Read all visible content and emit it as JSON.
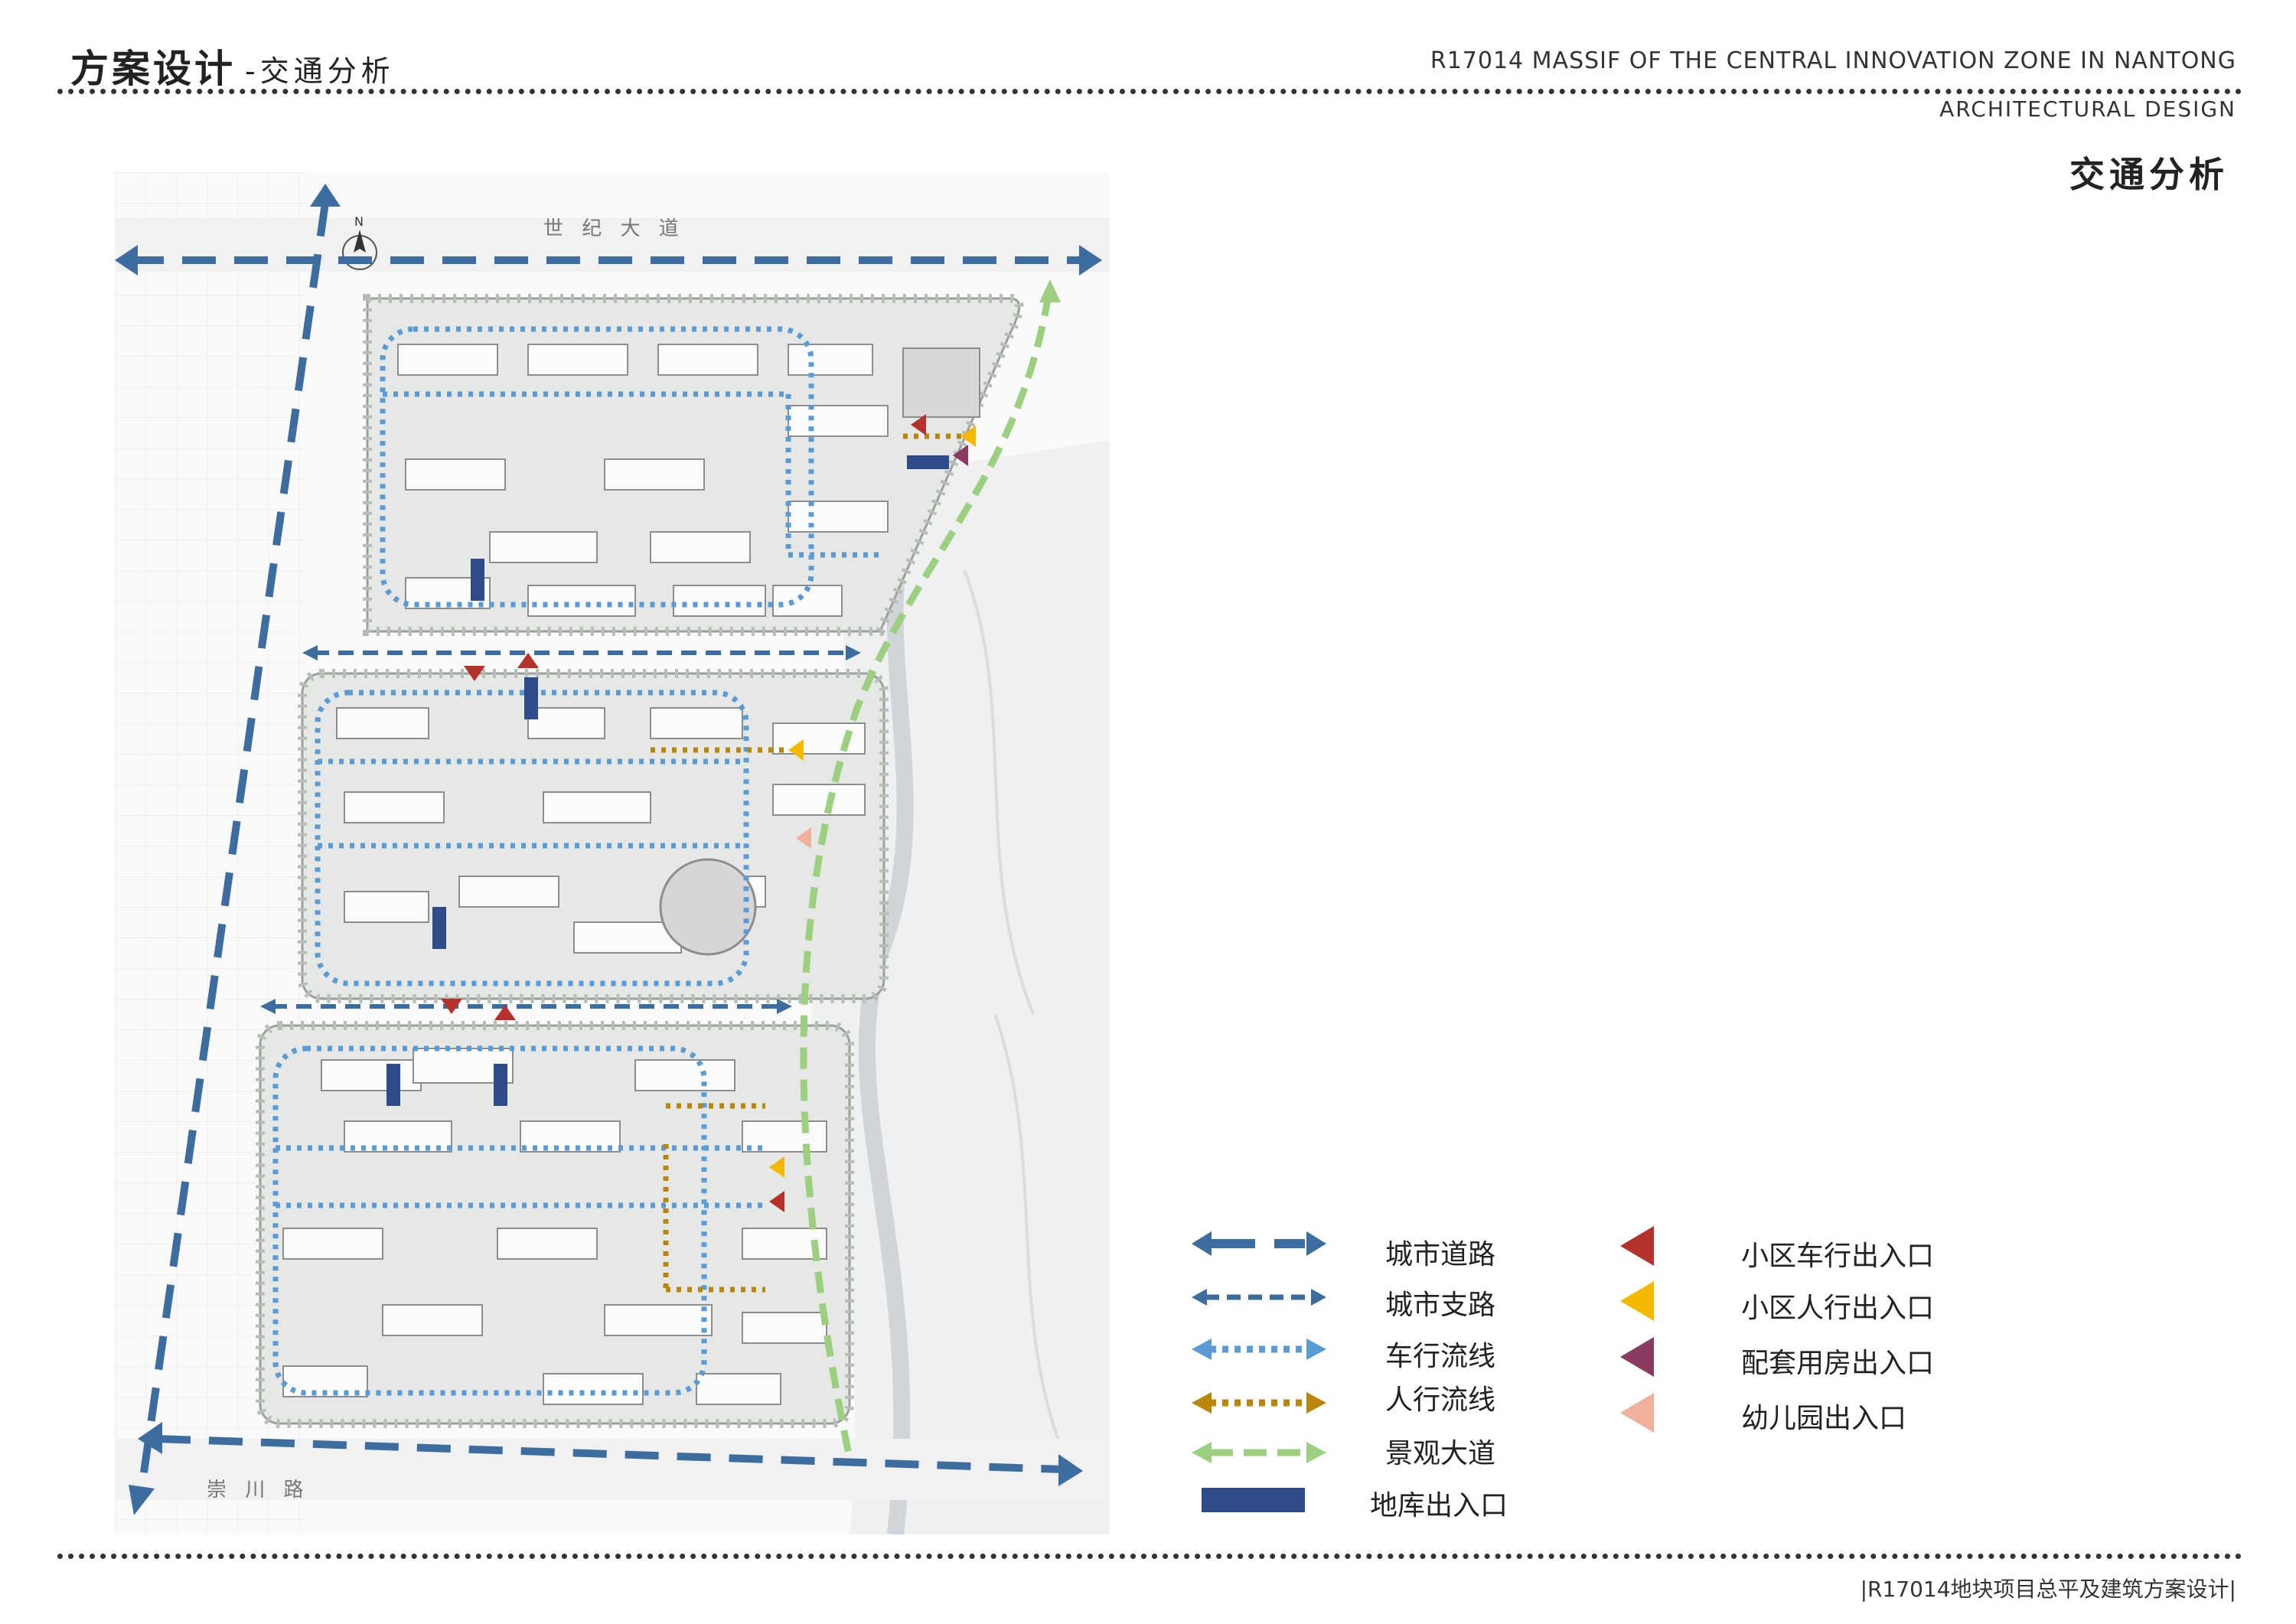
{
  "header": {
    "title_main": "方案设计",
    "title_sub": "-交通分析",
    "project_en": "R17014 MASSIF OF THE CENTRAL INNOVATION ZONE IN NANTONG",
    "subtitle_en": "ARCHITECTURAL DESIGN",
    "section_title": "交通分析"
  },
  "map": {
    "road_top": "世 纪 大 道",
    "road_bottom": "崇 川 路",
    "north": "N"
  },
  "legend": {
    "left": [
      {
        "label": "城市道路",
        "icon": "thick-dashed-double-arrow",
        "color": "#3d6d9e"
      },
      {
        "label": "城市支路",
        "icon": "thin-dashed-double-arrow",
        "color": "#3d6d9e"
      },
      {
        "label": "车行流线",
        "icon": "dotted-double-arrow",
        "color": "#5b9bd5"
      },
      {
        "label": "人行流线",
        "icon": "dotted-double-arrow",
        "color": "#b8860b"
      },
      {
        "label": "景观大道",
        "icon": "dashed-double-arrow",
        "color": "#9ccf7f"
      },
      {
        "label": "地库出入口",
        "icon": "bar",
        "color": "#2e4b8c"
      }
    ],
    "right": [
      {
        "label": "小区车行出入口",
        "icon": "triangle",
        "color": "#b5312b"
      },
      {
        "label": "小区人行出入口",
        "icon": "triangle",
        "color": "#f5b800"
      },
      {
        "label": "配套用房出入口",
        "icon": "triangle",
        "color": "#8b3a62"
      },
      {
        "label": "幼儿园出入口",
        "icon": "triangle",
        "color": "#efb09c"
      }
    ]
  },
  "footer": "|R17014地块项目总平及建筑方案设计|"
}
